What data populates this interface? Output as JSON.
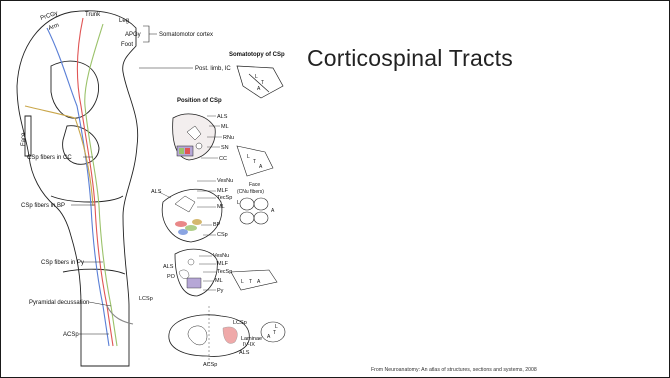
{
  "slide": {
    "title": "Corticospinal Tracts",
    "caption": "From Neuroanatomy: An atlas of structures, sections and systems, 2008"
  },
  "figure": {
    "top_labels": {
      "prcgy": "PrCGy",
      "trunk": "Trunk",
      "leg": "Leg",
      "arm": "Arm",
      "apgy": "APGy",
      "foot": "Foot",
      "somatomotor": "Somatomotor cortex",
      "face": "Face"
    },
    "left_labels": {
      "cc": "CSp fibers in CC",
      "bp": "CSp fibers in BP",
      "py": "CSp fibers in Py",
      "decussation": "Pyramidal decussation",
      "acsp": "ACSp"
    },
    "mid_labels": {
      "post_limb": "Post. limb, IC",
      "somatotopy": "Somatotopy of CSp",
      "position": "Position of CSp"
    },
    "midbrain": {
      "als": "ALS",
      "ml": "ML",
      "rnu": "RNu",
      "sn": "SN",
      "cc": "CC",
      "face_note": "Face",
      "cnu_note": "(CNu fibers)"
    },
    "pons": {
      "als": "ALS",
      "vesnu": "VesNu",
      "mlf": "MLF",
      "tecsp": "TecSp",
      "ml": "ML",
      "bp": "BP",
      "csp": "CSp"
    },
    "medulla": {
      "vesnu": "VesNu",
      "mlf": "MLF",
      "als": "ALS",
      "tecsp": "TecSp",
      "po": "PO",
      "ml": "ML",
      "py": "Py"
    },
    "spinal": {
      "lcsp_side": "LCSp",
      "lcsp": "LCSp",
      "laminae": "Laminae",
      "laminae_range": "IV-IX",
      "als": "ALS",
      "acsp": "ACSp"
    },
    "soma_letters": {
      "l": "L",
      "t": "T",
      "a": "A"
    },
    "colors": {
      "leg_tract": "#e05555",
      "arm_tract": "#5a7fd6",
      "trunk_tract": "#9bc26a",
      "face_tract": "#c9a64a"
    }
  }
}
